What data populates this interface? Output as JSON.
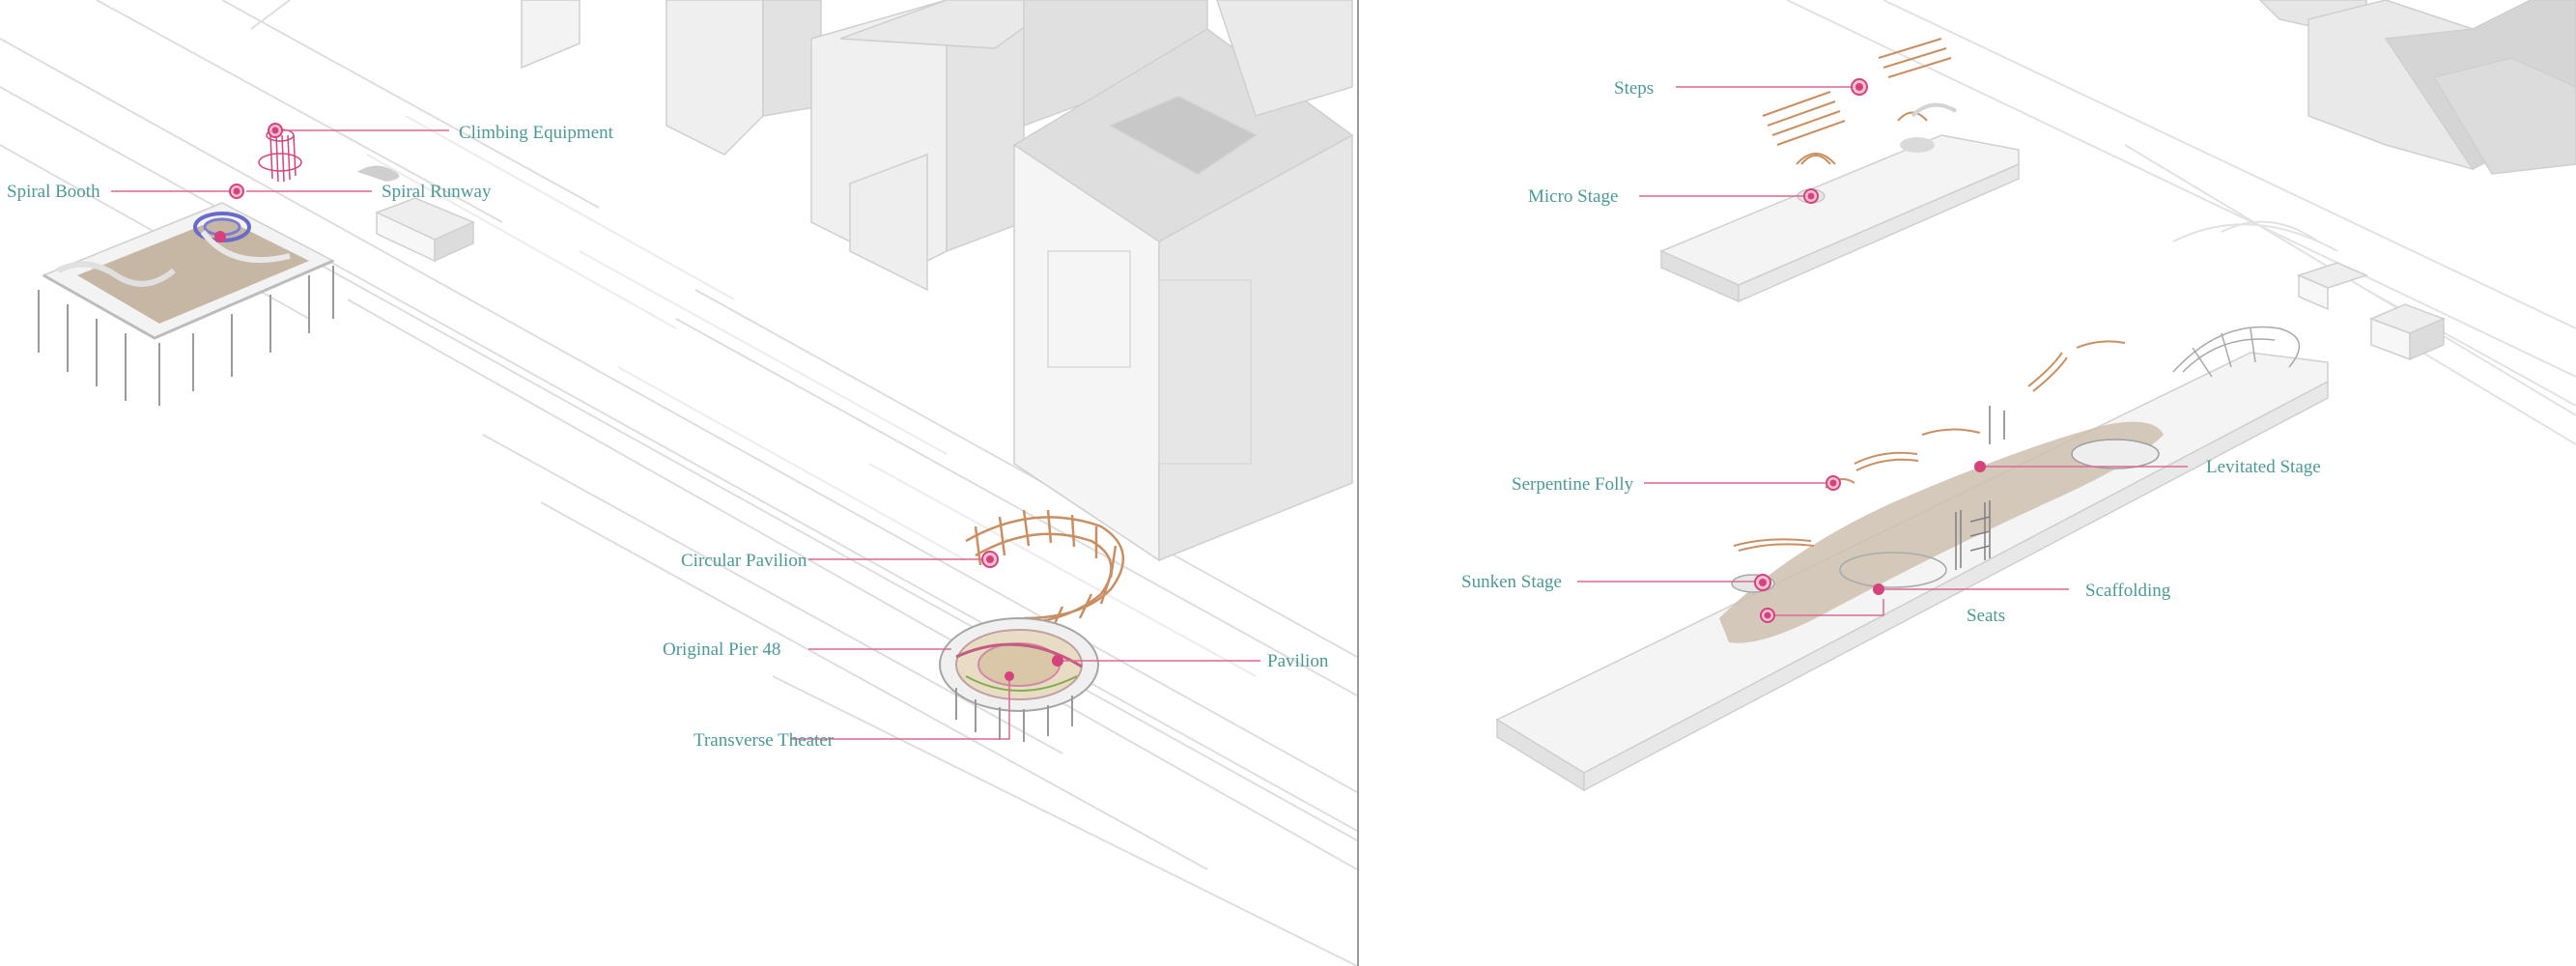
{
  "colors": {
    "label": "#4a9a98",
    "leader": "#d96a92",
    "marker": "#d6437c",
    "building": "#f1f1f1",
    "road_line": "#dcdcdc",
    "timber": "#c98f62",
    "stage_fill": "#cdbfae"
  },
  "left_panel": {
    "labels": [
      {
        "id": "climbing-equipment",
        "text": "Climbing Equipment"
      },
      {
        "id": "spiral-booth",
        "text": "Spiral Booth"
      },
      {
        "id": "spiral-runway",
        "text": "Spiral Runway"
      },
      {
        "id": "circular-pavilion",
        "text": "Circular Pavilion"
      },
      {
        "id": "original-pier-48",
        "text": "Original Pier 48"
      },
      {
        "id": "pavilion",
        "text": "Pavilion"
      },
      {
        "id": "transverse-theater",
        "text": "Transverse Theater"
      }
    ]
  },
  "right_panel": {
    "labels": [
      {
        "id": "steps",
        "text": "Steps"
      },
      {
        "id": "micro-stage",
        "text": "Micro Stage"
      },
      {
        "id": "levitated-stage",
        "text": "Levitated Stage"
      },
      {
        "id": "serpentine-folly",
        "text": "Serpentine Folly"
      },
      {
        "id": "sunken-stage",
        "text": "Sunken Stage"
      },
      {
        "id": "scaffolding",
        "text": "Scaffolding"
      },
      {
        "id": "seats",
        "text": "Seats"
      }
    ]
  }
}
